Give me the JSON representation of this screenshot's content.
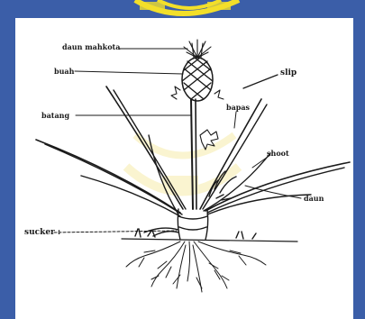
{
  "colors": {
    "border_blue": "#3b5ea8",
    "watermark_yellow": "#f2df2a",
    "ink": "#1a1a1a",
    "paper": "#ffffff"
  },
  "labels": {
    "daun_mahkota": "daun mahkota",
    "buah": "buah",
    "slip": "slip",
    "batang": "batang",
    "bapas": "bapas",
    "shoot": "shoot",
    "daun": "daun",
    "sucker": "sucker :"
  }
}
